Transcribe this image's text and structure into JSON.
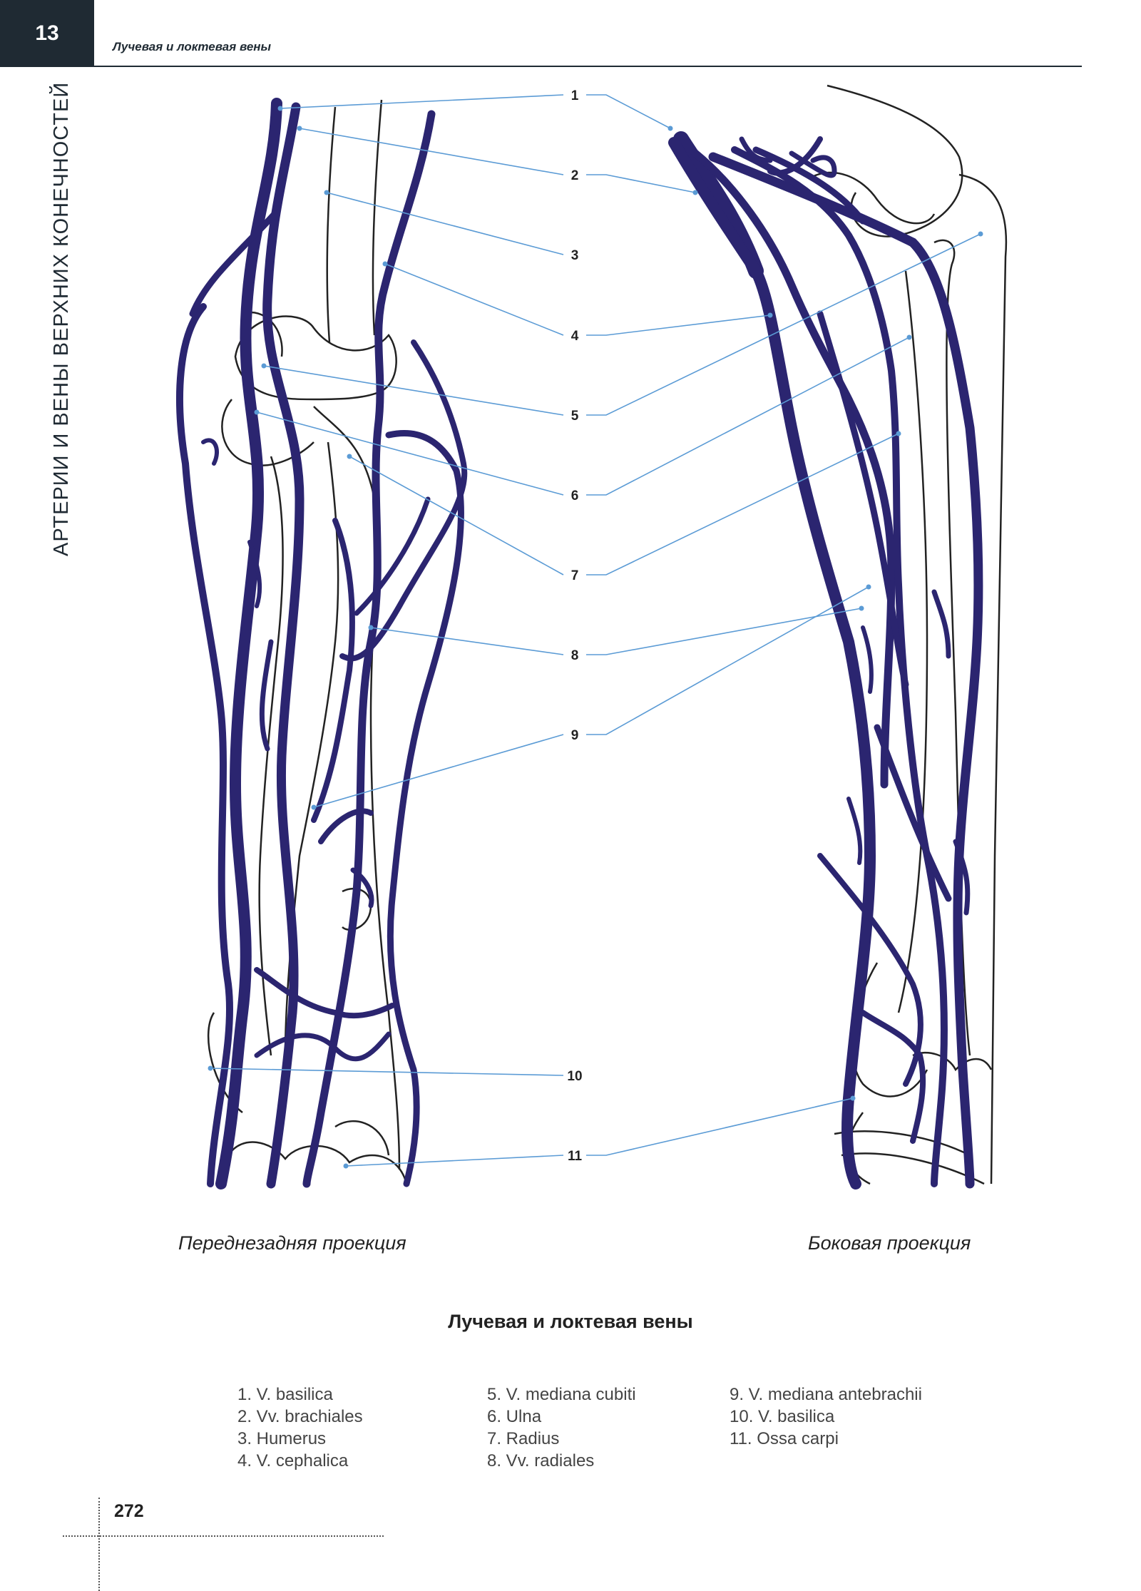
{
  "header": {
    "chapter": "13",
    "title": "Лучевая и локтевая вены",
    "side_title": "АРТЕРИИ И ВЕНЫ ВЕРХНИХ КОНЕЧНОСТЕЙ"
  },
  "callouts": [
    "1",
    "2",
    "3",
    "4",
    "5",
    "6",
    "7",
    "8",
    "9",
    "10",
    "11"
  ],
  "views": {
    "left": "Переднезадняя проекция",
    "right": "Боковая проекция"
  },
  "figure_title": "Лучевая и локтевая вены",
  "legend": {
    "col1": [
      "1. V. basilica",
      "2. Vv. brachiales",
      "3. Humerus",
      "4. V. cephalica"
    ],
    "col2": [
      "5. V. mediana cubiti",
      "6. Ulna",
      "7. Radius",
      "8. Vv. radiales"
    ],
    "col3": [
      "9. V. mediana antebrachii",
      "10. V. basilica",
      "11. Ossa carpi"
    ]
  },
  "page_number": "272",
  "colors": {
    "vein": "#2b2570",
    "leader": "#5b9bd5",
    "outline": "#222222",
    "header_bg": "#1f2a33"
  }
}
